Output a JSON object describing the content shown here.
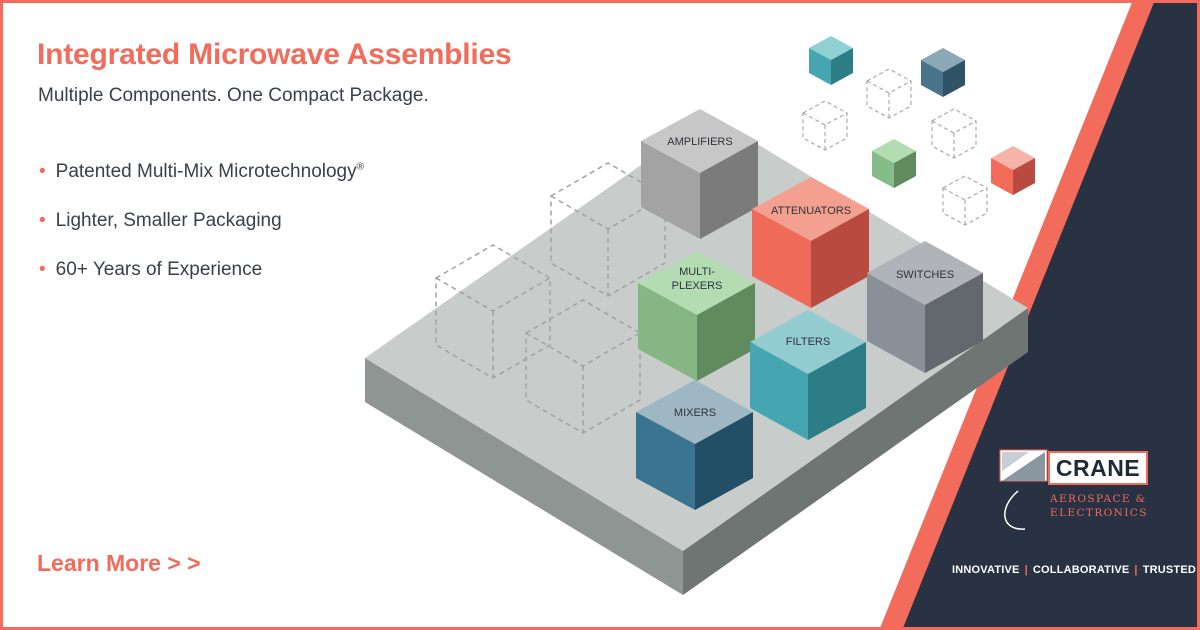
{
  "headline": "Integrated Microwave Assemblies",
  "subhead": "Multiple Components. One Compact Package.",
  "bullets": [
    "Patented Multi-Mix Microtechnology",
    "Lighter, Smaller Packaging",
    "60+ Years of Experience"
  ],
  "registered_mark": "®",
  "cta": "Learn More > >",
  "blocks": {
    "amplifiers": "AMPLIFIERS",
    "attenuators": "ATTENUATORS",
    "multiplexers_line1": "MULTI-",
    "multiplexers_line2": "PLEXERS",
    "switches": "SWITCHES",
    "filters": "FILTERS",
    "mixers": "MIXERS"
  },
  "logo": {
    "name": "CRANE",
    "sub_line1": "AEROSPACE &",
    "sub_line2": "ELECTRONICS"
  },
  "tagline": [
    "INNOVATIVE",
    "COLLABORATIVE",
    "TRUSTED"
  ],
  "colors": {
    "accent": "#f26b5b",
    "navy": "#283242",
    "text": "#3a3f48",
    "cube_gray": "#a6a6a6",
    "cube_red": "#f26b5b",
    "cube_green": "#86bc88",
    "cube_teal": "#45a6b1",
    "cube_blue": "#3a7492",
    "cube_slate": "#8a9097"
  }
}
